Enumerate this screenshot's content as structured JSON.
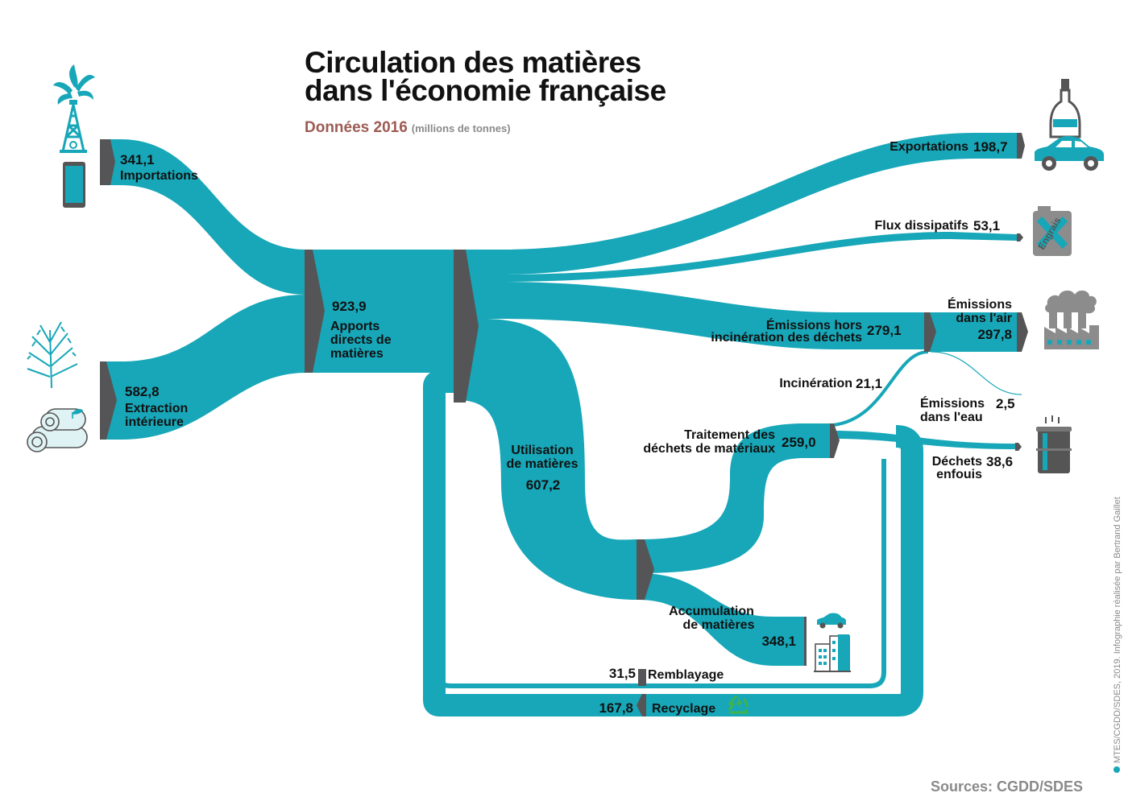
{
  "title_line1": "Circulation des matières",
  "title_line2": "dans l'économie française",
  "subtitle": "Données 2016",
  "unit": "(millions de tonnes)",
  "source": "Sources: CGDD/SDES",
  "credit": "MTES/CGDD/SDES, 2019. Infographie réalisée par Bertrand Gaillet",
  "colors": {
    "flow": "#17a7b8",
    "node": "#555557",
    "subtitle": "#9c5b54",
    "muted": "#8a8a8a"
  },
  "icons": [
    "oil-well-icon",
    "smartphone-icon",
    "plant-icon",
    "logs-icon",
    "bottle-icon",
    "car-icon",
    "fertilizer-can-icon",
    "factory-icon",
    "barrel-icon",
    "city-buildings-icon",
    "small-car-icon",
    "recycle-icon"
  ],
  "flows": {
    "importations": {
      "value": "341,1",
      "label": "Importations"
    },
    "extraction": {
      "value": "582,8",
      "label1": "Extraction",
      "label2": "intérieure"
    },
    "apports": {
      "value": "923,9",
      "label1": "Apports",
      "label2": "directs de",
      "label3": "matières"
    },
    "exportations": {
      "value": "198,7",
      "label": "Exportations"
    },
    "dissipatifs": {
      "value": "53,1",
      "label": "Flux dissipatifs"
    },
    "emissions_hors": {
      "value": "279,1",
      "label1": "Émissions hors",
      "label2": "incinération des déchets"
    },
    "emissions_air": {
      "value": "297,8",
      "label1": "Émissions",
      "label2": "dans l'air"
    },
    "incineration": {
      "value": "21,1",
      "label": "Incinération"
    },
    "emissions_eau": {
      "value": "2,5",
      "label1": "Émissions",
      "label2": "dans l'eau"
    },
    "traitement": {
      "value": "259,0",
      "label1": "Traitement des",
      "label2": "déchets de matériaux"
    },
    "dechets_enfouis": {
      "value": "38,6",
      "label1": "Déchets",
      "label2": "enfouis"
    },
    "utilisation": {
      "value": "607,2",
      "label1": "Utilisation",
      "label2": "de matières"
    },
    "accumulation": {
      "value": "348,1",
      "label1": "Accumulation",
      "label2": "de matières"
    },
    "remblayage": {
      "value": "31,5",
      "label": "Remblayage"
    },
    "recyclage": {
      "value": "167,8",
      "label": "Recyclage"
    }
  }
}
